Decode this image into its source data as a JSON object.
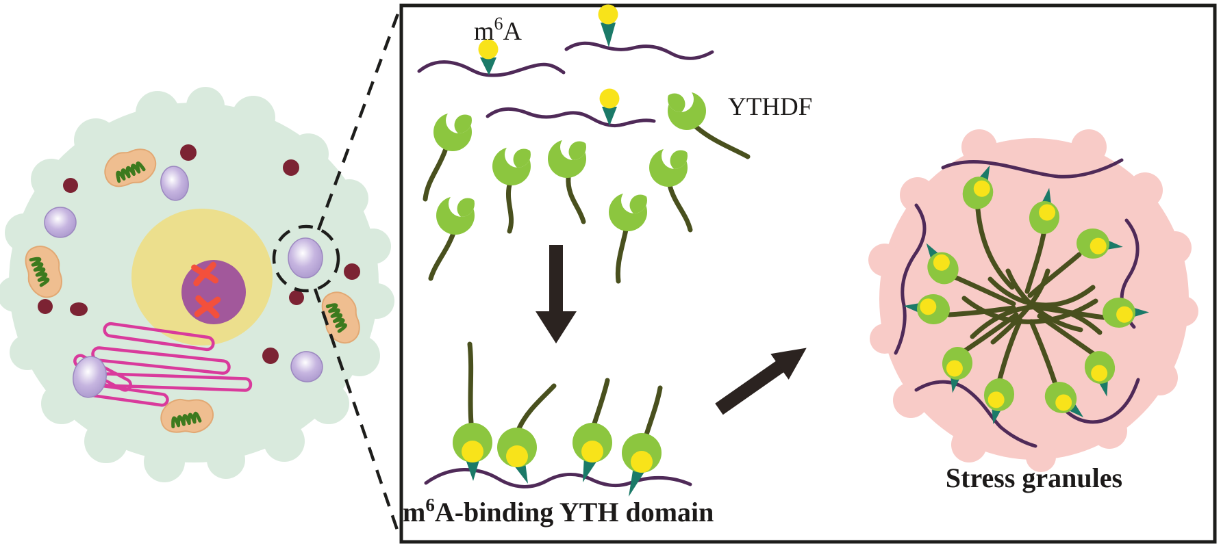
{
  "colors": {
    "outline_black": "#1d1d1b",
    "arrow_dark": "#2b2320",
    "text_dark": "#1c1a19",
    "protein_green": "#8cc63f",
    "tail_olive": "#49501e",
    "rna_purple": "#4f2a58",
    "m6a_yellow": "#f8e31a",
    "yth_teal": "#1b7a68",
    "granule_pink": "#f8cbc7",
    "cell_mint": "#d9eadd",
    "nucleus_yellow": "#ecdf8d",
    "nucleolus_purple": "#a2589b",
    "chromosome_red": "#f3503c",
    "mito_tan": "#efbe90",
    "mito_outline": "#e2a873",
    "mito_cristae_green": "#3c7a1e",
    "vesicle_lavender": "#a28fc7",
    "vesicle_mid": "#c6b5e0",
    "vesicle_highlight": "#ffffff",
    "vesicle_edge": "#9c88c0",
    "dot_maroon": "#7c2333",
    "er_magenta": "#d93a9c",
    "panel_bg": "#ffffff"
  },
  "labels": {
    "m6a": {
      "base": "m",
      "sup": "6",
      "tail": "A"
    },
    "ythdf": "YTHDF",
    "yth_binding": {
      "base": "m",
      "sup": "6",
      "tail": "A-binding YTH domain"
    },
    "stress_granules": "Stress granules"
  }
}
